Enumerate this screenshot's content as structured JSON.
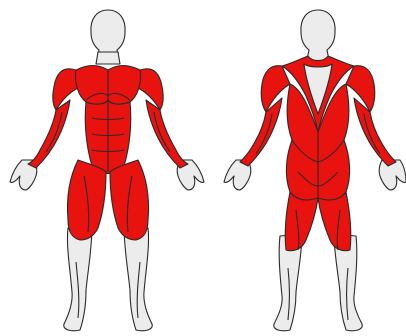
{
  "diagram": {
    "views": [
      {
        "id": "front",
        "name": "front-view"
      },
      {
        "id": "back",
        "name": "back-view"
      }
    ],
    "colors": {
      "muscle": "#e8120f",
      "skin": "#ececec",
      "outline": "#2a2a2a",
      "background": "#ffffff"
    },
    "highlighted_groups": {
      "front": [
        "shoulders",
        "chest",
        "biceps",
        "forearms",
        "abs",
        "obliques",
        "quadriceps"
      ],
      "back": [
        "trapezius",
        "rear-deltoids",
        "triceps",
        "forearms",
        "latissimus",
        "lower-back",
        "glutes",
        "hamstrings"
      ]
    },
    "unhighlighted_groups": [
      "head",
      "neck",
      "hands",
      "knees",
      "calves",
      "feet"
    ]
  }
}
